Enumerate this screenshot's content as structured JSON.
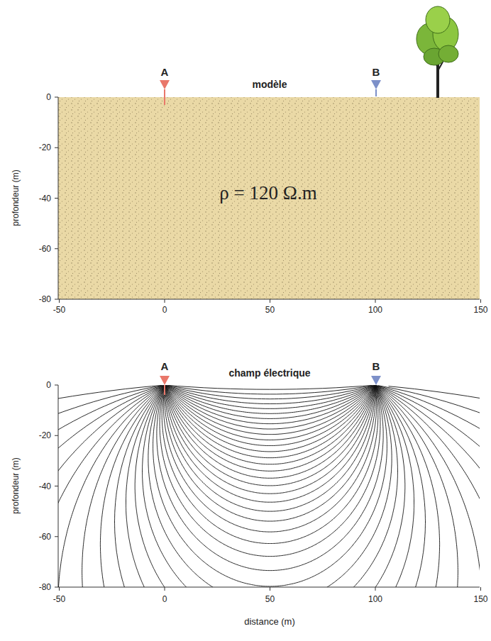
{
  "diagram": {
    "labels": [
      "A",
      "B",
      "modèle",
      "ρ = 120 Ω.m",
      "0",
      "-20",
      "-40",
      "-60",
      "-80",
      "profondeur (m)",
      "-50",
      "0",
      "50",
      "100",
      "150",
      "A",
      "B",
      "champ électrique",
      "0",
      "-20",
      "-40",
      "-60",
      "-80",
      "profondeur (m)",
      "-50",
      "0",
      "50",
      "100",
      "150",
      "distance (m)"
    ]
  }
}
